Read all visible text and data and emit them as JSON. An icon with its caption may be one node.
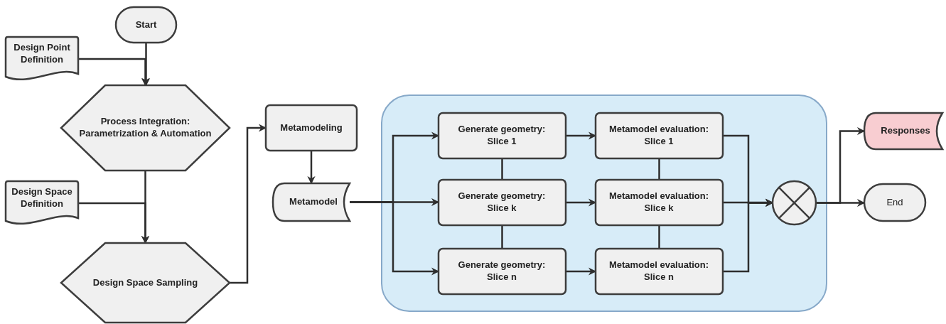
{
  "diagram": {
    "nodes": [
      {
        "text": [
          "Start"
        ]
      },
      {
        "text": [
          "Design Point Definition"
        ]
      },
      {
        "text": [
          "Process Integration: Parametrization & Automation"
        ]
      },
      {
        "text": [
          "Design Space Definition"
        ]
      },
      {
        "text": [
          "Design Space Sampling"
        ]
      },
      {
        "text": [
          "Metamodeling"
        ]
      },
      {
        "text": [
          "Metamodel"
        ]
      },
      {
        "text": [],
        "shape": "box"
      },
      {
        "text": [
          "Generate geometry: Slice 1"
        ],
        "in": 7
      },
      {
        "text": [
          "Generate geometry: Slice k"
        ],
        "in": 7
      },
      {
        "text": [
          "Generate geometry: Slice n"
        ],
        "in": 7
      },
      {
        "text": [
          "Metamodel evaluation: Slice 1"
        ],
        "in": 7
      },
      {
        "text": [
          "Metamodel evaluation: Slice k"
        ],
        "in": 7
      },
      {
        "text": [
          "Metamodel evaluation: Slice n"
        ],
        "in": 7
      },
      {
        "text": [],
        "shape": "circle",
        "in": 7
      },
      {
        "text": [
          "Responses"
        ]
      },
      {
        "text": [
          "End"
        ]
      }
    ],
    "edges": [
      {
        "from": 0,
        "to": 2,
        "arrow": "to"
      },
      {
        "from": 1,
        "to": 2,
        "arrow": "to"
      },
      {
        "from": 2,
        "to": 4,
        "arrow": "to"
      },
      {
        "from": 3,
        "to": 4,
        "arrow": "to"
      },
      {
        "from": 4,
        "to": 5,
        "arrow": "to"
      },
      {
        "from": 5,
        "to": 6,
        "arrow": "to"
      },
      {
        "from": 6,
        "to": 8,
        "arrow": "to"
      },
      {
        "from": 6,
        "to": 9,
        "arrow": "to"
      },
      {
        "from": 6,
        "to": 10,
        "arrow": "to"
      },
      {
        "from": 8,
        "to": 11,
        "arrow": "to"
      },
      {
        "from": 9,
        "to": 12,
        "arrow": "to"
      },
      {
        "from": 10,
        "to": 13,
        "arrow": "to"
      },
      {
        "from": 8,
        "to": 9,
        "arrow": "none"
      },
      {
        "from": 9,
        "to": 10,
        "arrow": "none"
      },
      {
        "from": 11,
        "to": 12,
        "arrow": "none"
      },
      {
        "from": 12,
        "to": 13,
        "arrow": "none"
      },
      {
        "from": 11,
        "to": 14,
        "arrow": "to"
      },
      {
        "from": 12,
        "to": 14,
        "arrow": "to"
      },
      {
        "from": 13,
        "to": 14,
        "arrow": "to"
      },
      {
        "from": 14,
        "to": 15,
        "arrow": "to"
      },
      {
        "from": 14,
        "to": 16,
        "arrow": "to"
      }
    ]
  }
}
